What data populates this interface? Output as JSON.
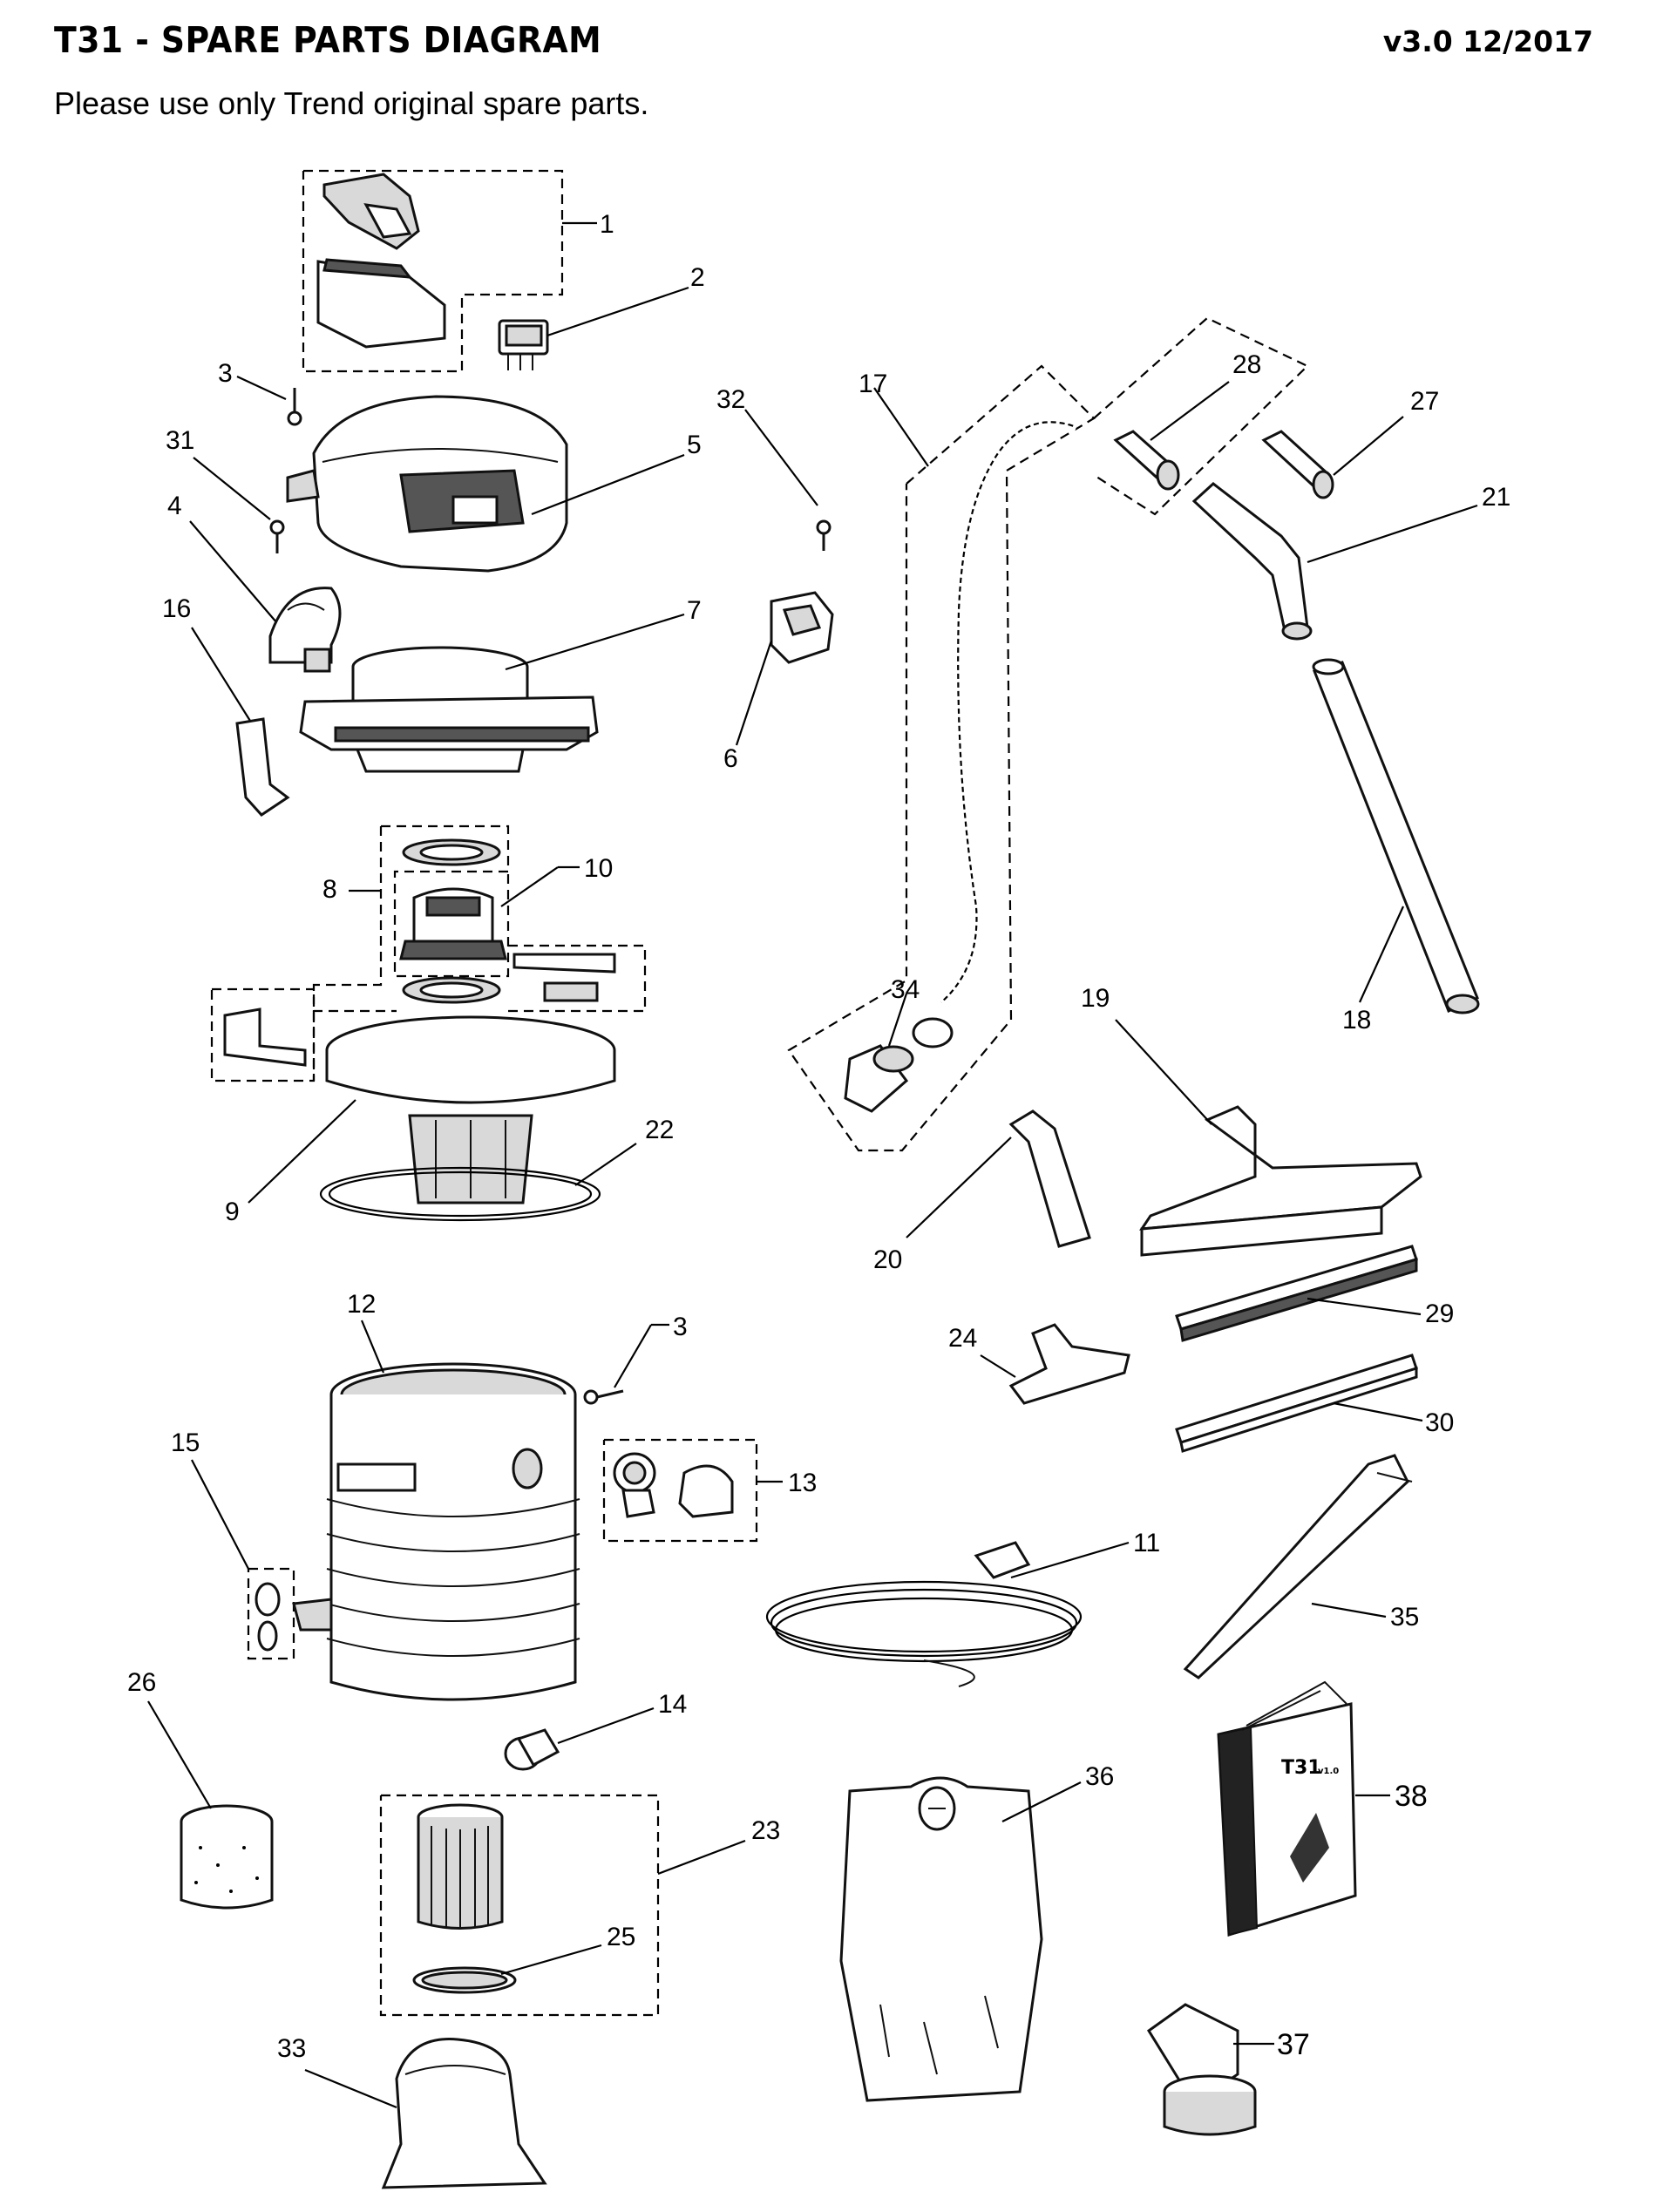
{
  "header": {
    "title": "T31 -  SPARE PARTS DIAGRAM",
    "version": "v3.0 12/2017",
    "subtitle": "Please use only Trend original spare parts."
  },
  "callouts": {
    "c1": "1",
    "c2": "2",
    "c3a": "3",
    "c3b": "3",
    "c4": "4",
    "c5": "5",
    "c6": "6",
    "c7": "7",
    "c8": "8",
    "c9": "9",
    "c10": "10",
    "c11": "11",
    "c12": "12",
    "c13": "13",
    "c14": "14",
    "c15": "15",
    "c16": "16",
    "c17": "17",
    "c18": "18",
    "c19": "19",
    "c20": "20",
    "c21": "21",
    "c22": "22",
    "c23": "23",
    "c24": "24",
    "c25": "25",
    "c26": "26",
    "c27": "27",
    "c28": "28",
    "c29": "29",
    "c30": "30",
    "c31": "31",
    "c32": "32",
    "c33": "33",
    "c34": "34",
    "c35": "35",
    "c36": "36",
    "c37": "37",
    "c38": "38"
  },
  "manual": {
    "cover_title": "T31",
    "cover_version": "v1.0"
  }
}
